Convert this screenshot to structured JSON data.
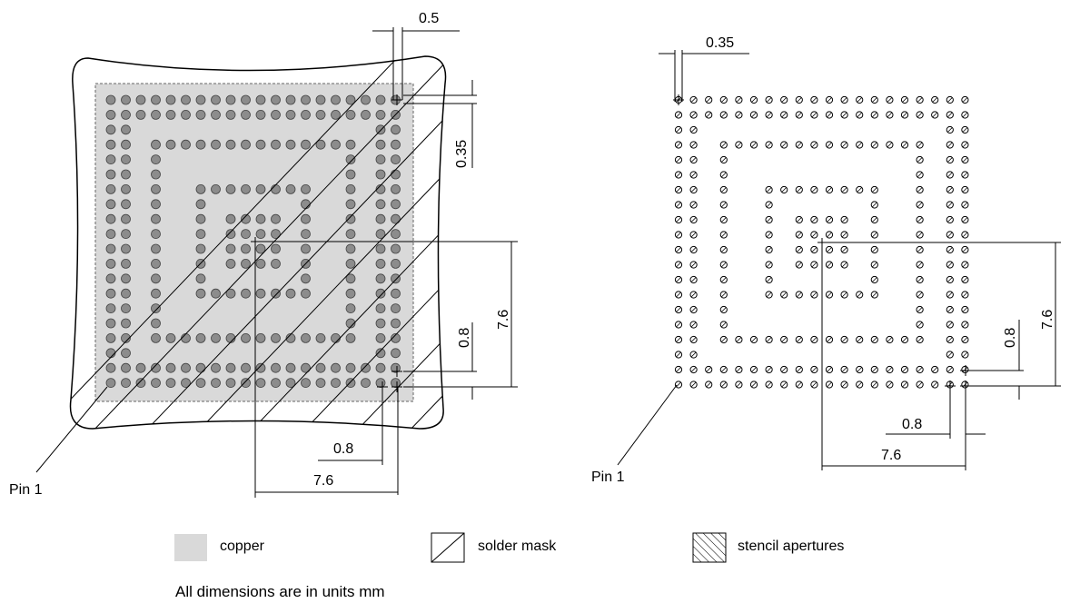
{
  "dimensions": {
    "left_pad_diameter": "0.5",
    "left_mask_opening": "0.35",
    "left_pitch_vertical": "0.8",
    "left_span_vertical": "7.6",
    "left_pitch_horizontal": "0.8",
    "left_span_horizontal": "7.6",
    "right_aperture": "0.35",
    "right_pitch_vertical": "0.8",
    "right_span_vertical": "7.6",
    "right_pitch_horizontal": "0.8",
    "right_span_horizontal": "7.6"
  },
  "pin_labels": {
    "left": "Pin 1",
    "right": "Pin 1"
  },
  "legend": {
    "copper": "copper",
    "solder_mask": "solder mask",
    "stencil": "stencil apertures"
  },
  "note": "All dimensions are in units mm",
  "colors": {
    "copper": "#d9d9d9",
    "pad": "#8c8c8c",
    "line": "#000000"
  }
}
